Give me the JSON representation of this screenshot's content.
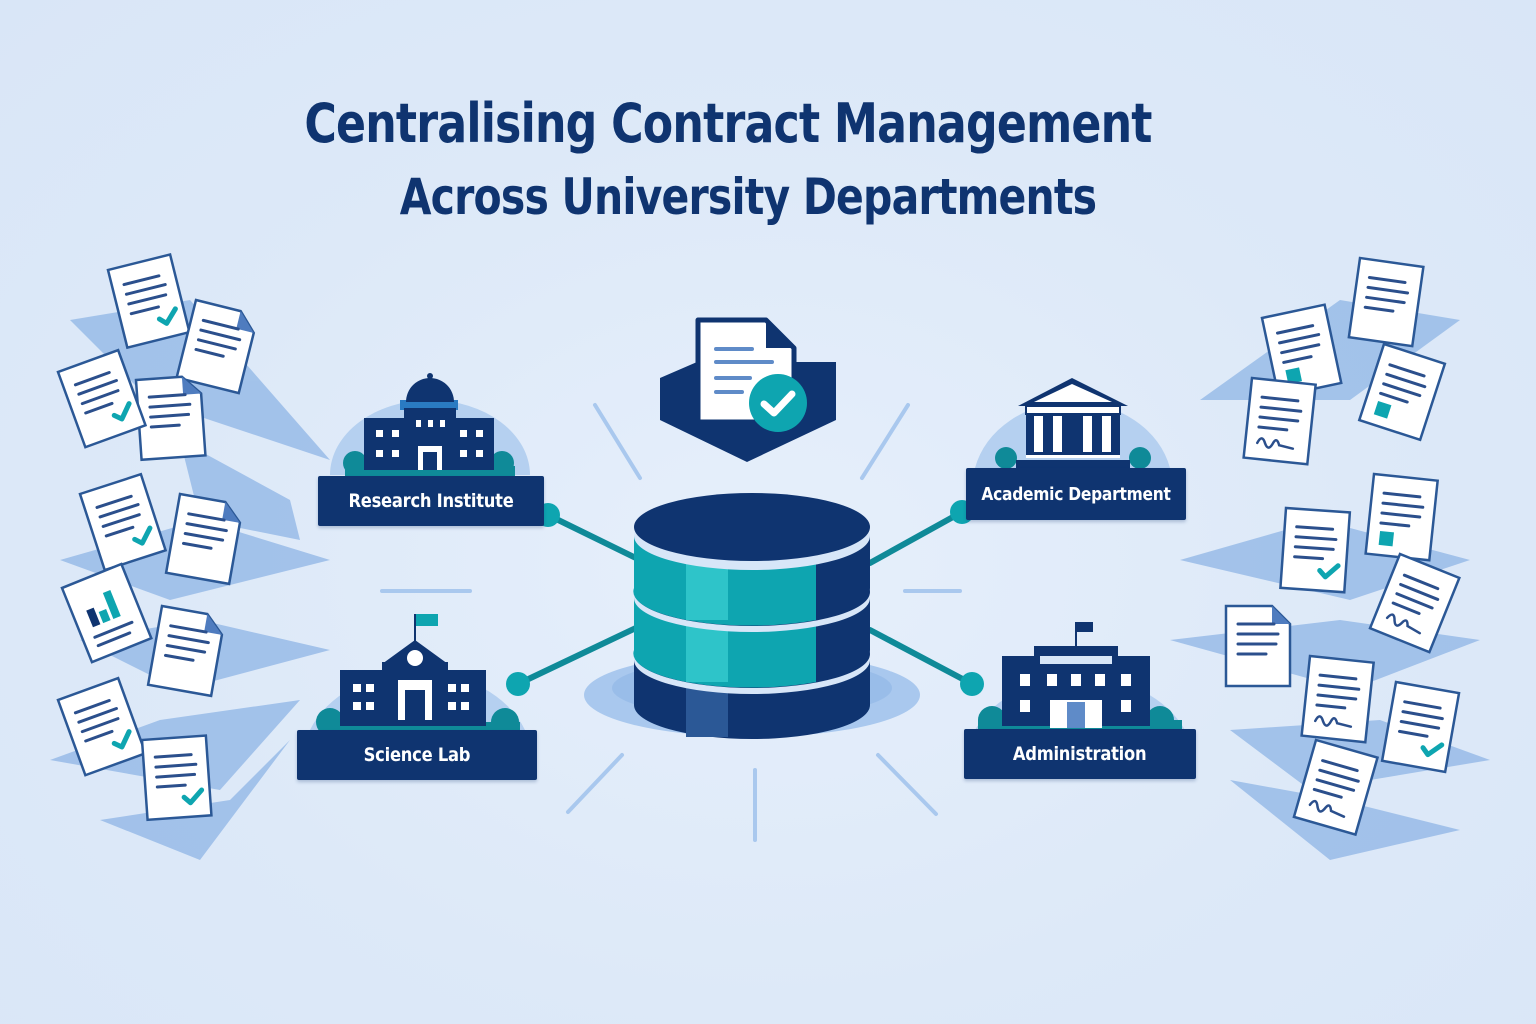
{
  "title": {
    "line1": "Centralising Contract Management",
    "line2": "Across University Departments"
  },
  "colors": {
    "background": "#dde9f8",
    "navy": "#0f3470",
    "teal": "#0ea5b0",
    "light_teal": "#2ec4c9",
    "light_blue": "#a9c8ee",
    "document_white": "#ffffff"
  },
  "center": {
    "hub_icon": "database-icon",
    "badge_icon": "verified-contract-icon"
  },
  "departments": [
    {
      "id": "research-institute",
      "label": "Research Institute",
      "icon": "domed-building-icon"
    },
    {
      "id": "academic-department",
      "label": "Academic Department",
      "icon": "columned-building-icon"
    },
    {
      "id": "science-lab",
      "label": "Science Lab",
      "icon": "school-building-flag-icon"
    },
    {
      "id": "administration",
      "label": "Administration",
      "icon": "office-building-flag-icon"
    }
  ],
  "document_clusters": {
    "left": {
      "count": 10,
      "icon": "scattered-documents-icon"
    },
    "right": {
      "count": 12,
      "icon": "scattered-documents-icon"
    }
  }
}
